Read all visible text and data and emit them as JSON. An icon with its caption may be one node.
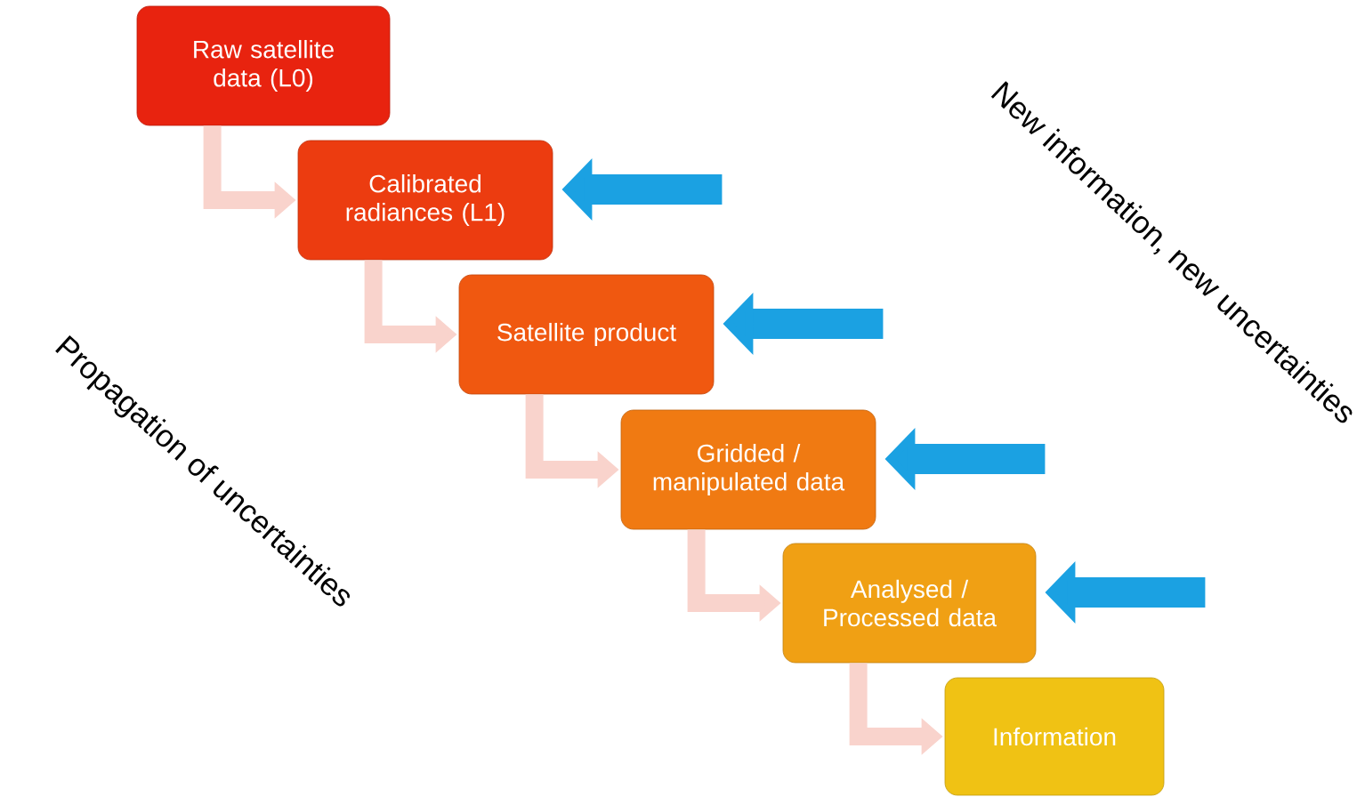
{
  "diagram": {
    "nodes": [
      {
        "text": [
          "Raw satellite data (L0)"
        ]
      },
      {
        "text": [
          "Calibrated radiances (L1)"
        ]
      },
      {
        "text": [
          "Satellite product"
        ]
      },
      {
        "text": [
          "Gridded / manipulated data"
        ]
      },
      {
        "text": [
          "Analysed / Processed data"
        ]
      },
      {
        "text": [
          "Information"
        ]
      }
    ],
    "edges": [
      {
        "from": 0,
        "to": 1,
        "arrow": "to"
      },
      {
        "from": 1,
        "to": 2,
        "arrow": "to"
      },
      {
        "from": 2,
        "to": 3,
        "arrow": "to"
      },
      {
        "from": 3,
        "to": 4,
        "arrow": "to"
      },
      {
        "from": 4,
        "to": 5,
        "arrow": "to"
      },
      {
        "from": null,
        "to": 1,
        "arrow": "to",
        "color": "#1ba1e2"
      },
      {
        "from": null,
        "to": 2,
        "arrow": "to",
        "color": "#1ba1e2"
      },
      {
        "from": null,
        "to": 3,
        "arrow": "to",
        "color": "#1ba1e2"
      },
      {
        "from": null,
        "to": 4,
        "arrow": "to",
        "color": "#1ba1e2"
      }
    ],
    "labels": [
      "Propagation of uncertainties",
      "New information, new uncertainties"
    ]
  }
}
